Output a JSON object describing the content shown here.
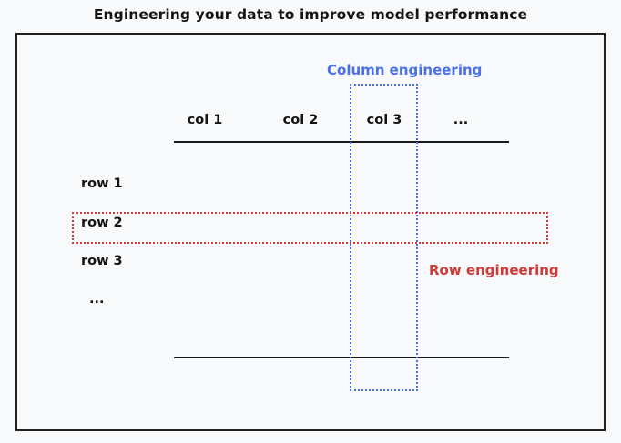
{
  "page": {
    "title": "Engineering your data to improve model performance",
    "background_color": "#f8f9fb",
    "frame_border_color": "#222222"
  },
  "annotations": {
    "column": {
      "label": "Column engineering",
      "color": "#4a6fe8",
      "style": "dotted"
    },
    "row": {
      "label": "Row engineering",
      "color": "#d03a36",
      "style": "dotted"
    }
  },
  "table": {
    "columns": [
      {
        "label": "col 1",
        "highlighted": false
      },
      {
        "label": "col 2",
        "highlighted": false
      },
      {
        "label": "col 3",
        "highlighted": true
      },
      {
        "label": "...",
        "highlighted": false
      }
    ],
    "rows": [
      {
        "label": "row 1",
        "highlighted": false
      },
      {
        "label": "row 2",
        "highlighted": true
      },
      {
        "label": "row 3",
        "highlighted": false
      },
      {
        "label": "...",
        "highlighted": false
      }
    ],
    "rule_color": "#16181c"
  }
}
